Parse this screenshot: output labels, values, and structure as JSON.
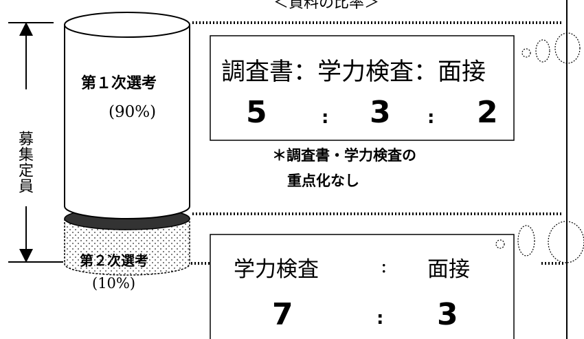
{
  "header": {
    "caption": "＜資料の比率＞"
  },
  "quota": {
    "label": "募集定員"
  },
  "stage1": {
    "label": "第１次選考",
    "percent": "(90%)",
    "ratio": {
      "heading": "調査書：学力検査：面接",
      "values": [
        "5",
        "3",
        "2"
      ],
      "separator": ":"
    },
    "note": {
      "line1": "＊調査書・学力検査の",
      "line2": "重点化なし"
    }
  },
  "stage2": {
    "label": "第２次選考",
    "percent": "(10%)",
    "ratio": {
      "heading_items": [
        "学力検査",
        "面接"
      ],
      "heading_separator": ":",
      "values": [
        "7",
        "3"
      ],
      "separator": ":"
    }
  }
}
